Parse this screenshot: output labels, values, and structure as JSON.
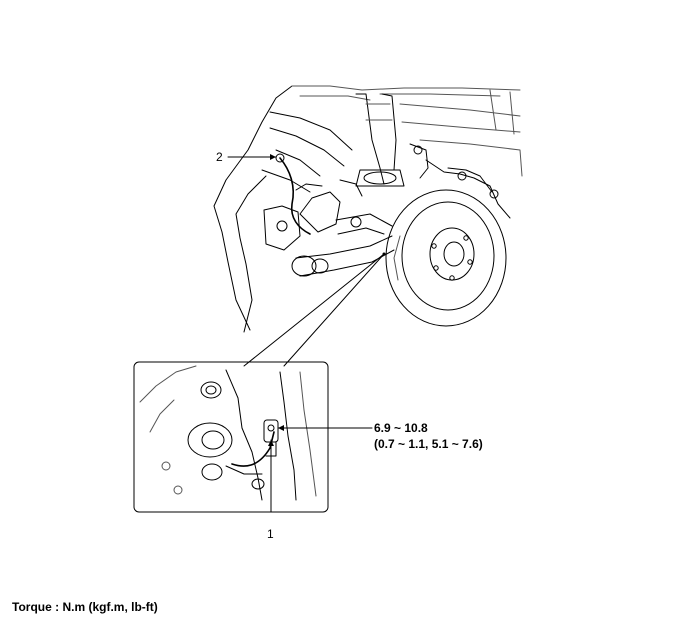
{
  "callouts": {
    "item_1": "1",
    "item_2": "2"
  },
  "torque_spec": {
    "nm": "6.9 ~ 10.8",
    "alt_units": "(0.7 ~ 1.1, 5.1 ~ 7.6)"
  },
  "footer": {
    "torque_units": "Torque : N.m (kgf.m, lb-ft)"
  },
  "colors": {
    "line": "#000000",
    "light_line": "#555555",
    "background": "#ffffff"
  }
}
